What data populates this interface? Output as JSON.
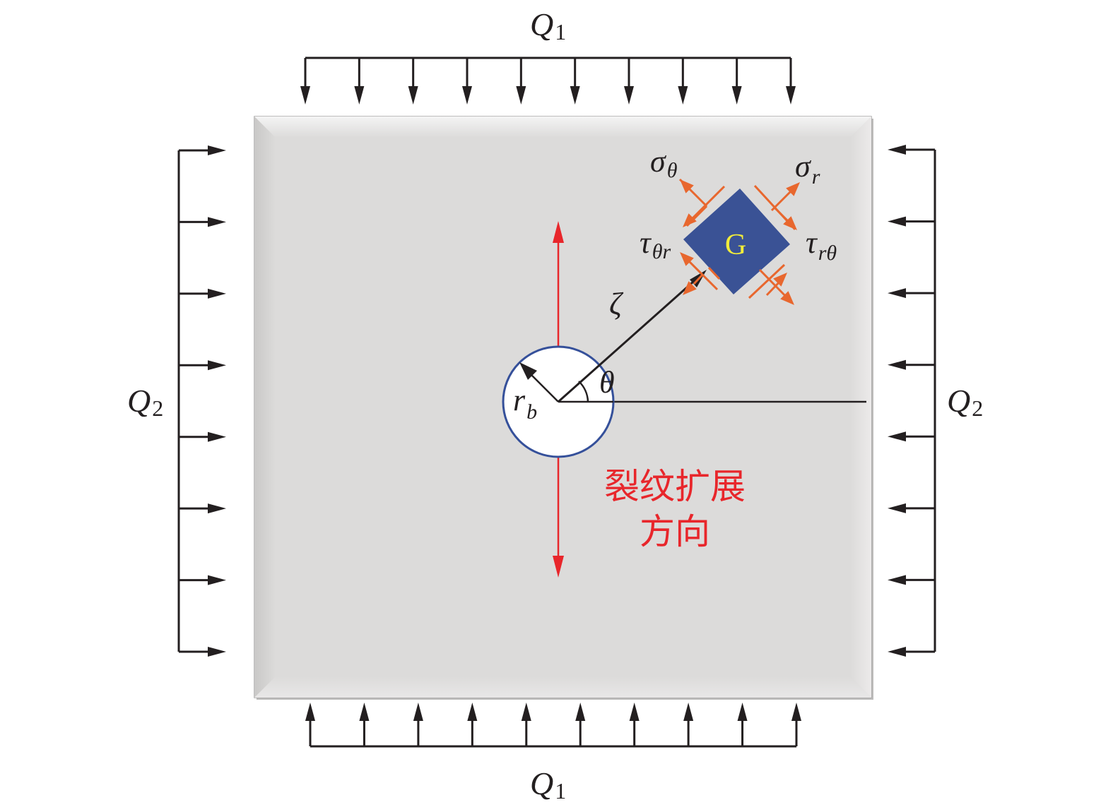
{
  "loads": {
    "top": {
      "label": "Q",
      "subscript": "1",
      "arrow_count": 10
    },
    "bottom": {
      "label": "Q",
      "subscript": "1",
      "arrow_count": 10
    },
    "left": {
      "label": "Q",
      "subscript": "2",
      "arrow_count": 8
    },
    "right": {
      "label": "Q",
      "subscript": "2",
      "arrow_count": 8
    }
  },
  "borehole": {
    "radius_label": "r",
    "radius_subscript": "b",
    "angle_label": "θ"
  },
  "distance_label": "ζ",
  "element": {
    "label": "G",
    "stresses": {
      "sigma_theta": {
        "symbol": "σ",
        "subscript": "θ"
      },
      "sigma_r": {
        "symbol": "σ",
        "subscript": "r"
      },
      "tau_theta_r": {
        "symbol": "τ",
        "subscript": "θr"
      },
      "tau_r_theta": {
        "symbol": "τ",
        "subscript": "rθ"
      }
    }
  },
  "crack_direction": {
    "line1": "裂纹扩展",
    "line2": "方向"
  },
  "colors": {
    "plate": "#dcdbda",
    "load_arrows": "#231f20",
    "crack_arrows": "#e8262b",
    "stress_arrows": "#e8672e",
    "element_fill": "#3a5295",
    "element_label": "#f1ec3a",
    "borehole_outline": "#35509a"
  }
}
